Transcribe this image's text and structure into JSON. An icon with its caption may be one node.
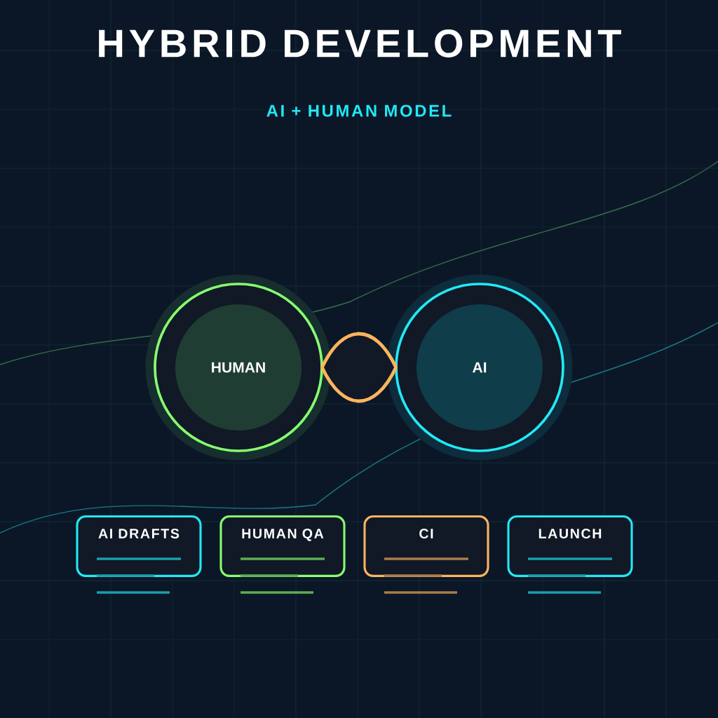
{
  "diagram": {
    "title": "HYBRID DEVELOPMENT",
    "nodes": [
      {
        "text": [
          "HUMAN"
        ]
      },
      {
        "text": [],
        "shape": "lens"
      },
      {
        "text": [
          "AI"
        ]
      },
      {
        "text": [
          "AI DRAFTS"
        ]
      },
      {
        "text": [
          "HUMAN QA"
        ]
      },
      {
        "text": [
          "CI"
        ]
      },
      {
        "text": [
          "LAUNCH"
        ]
      }
    ],
    "labels": [
      "AI + HUMAN MODEL"
    ]
  }
}
